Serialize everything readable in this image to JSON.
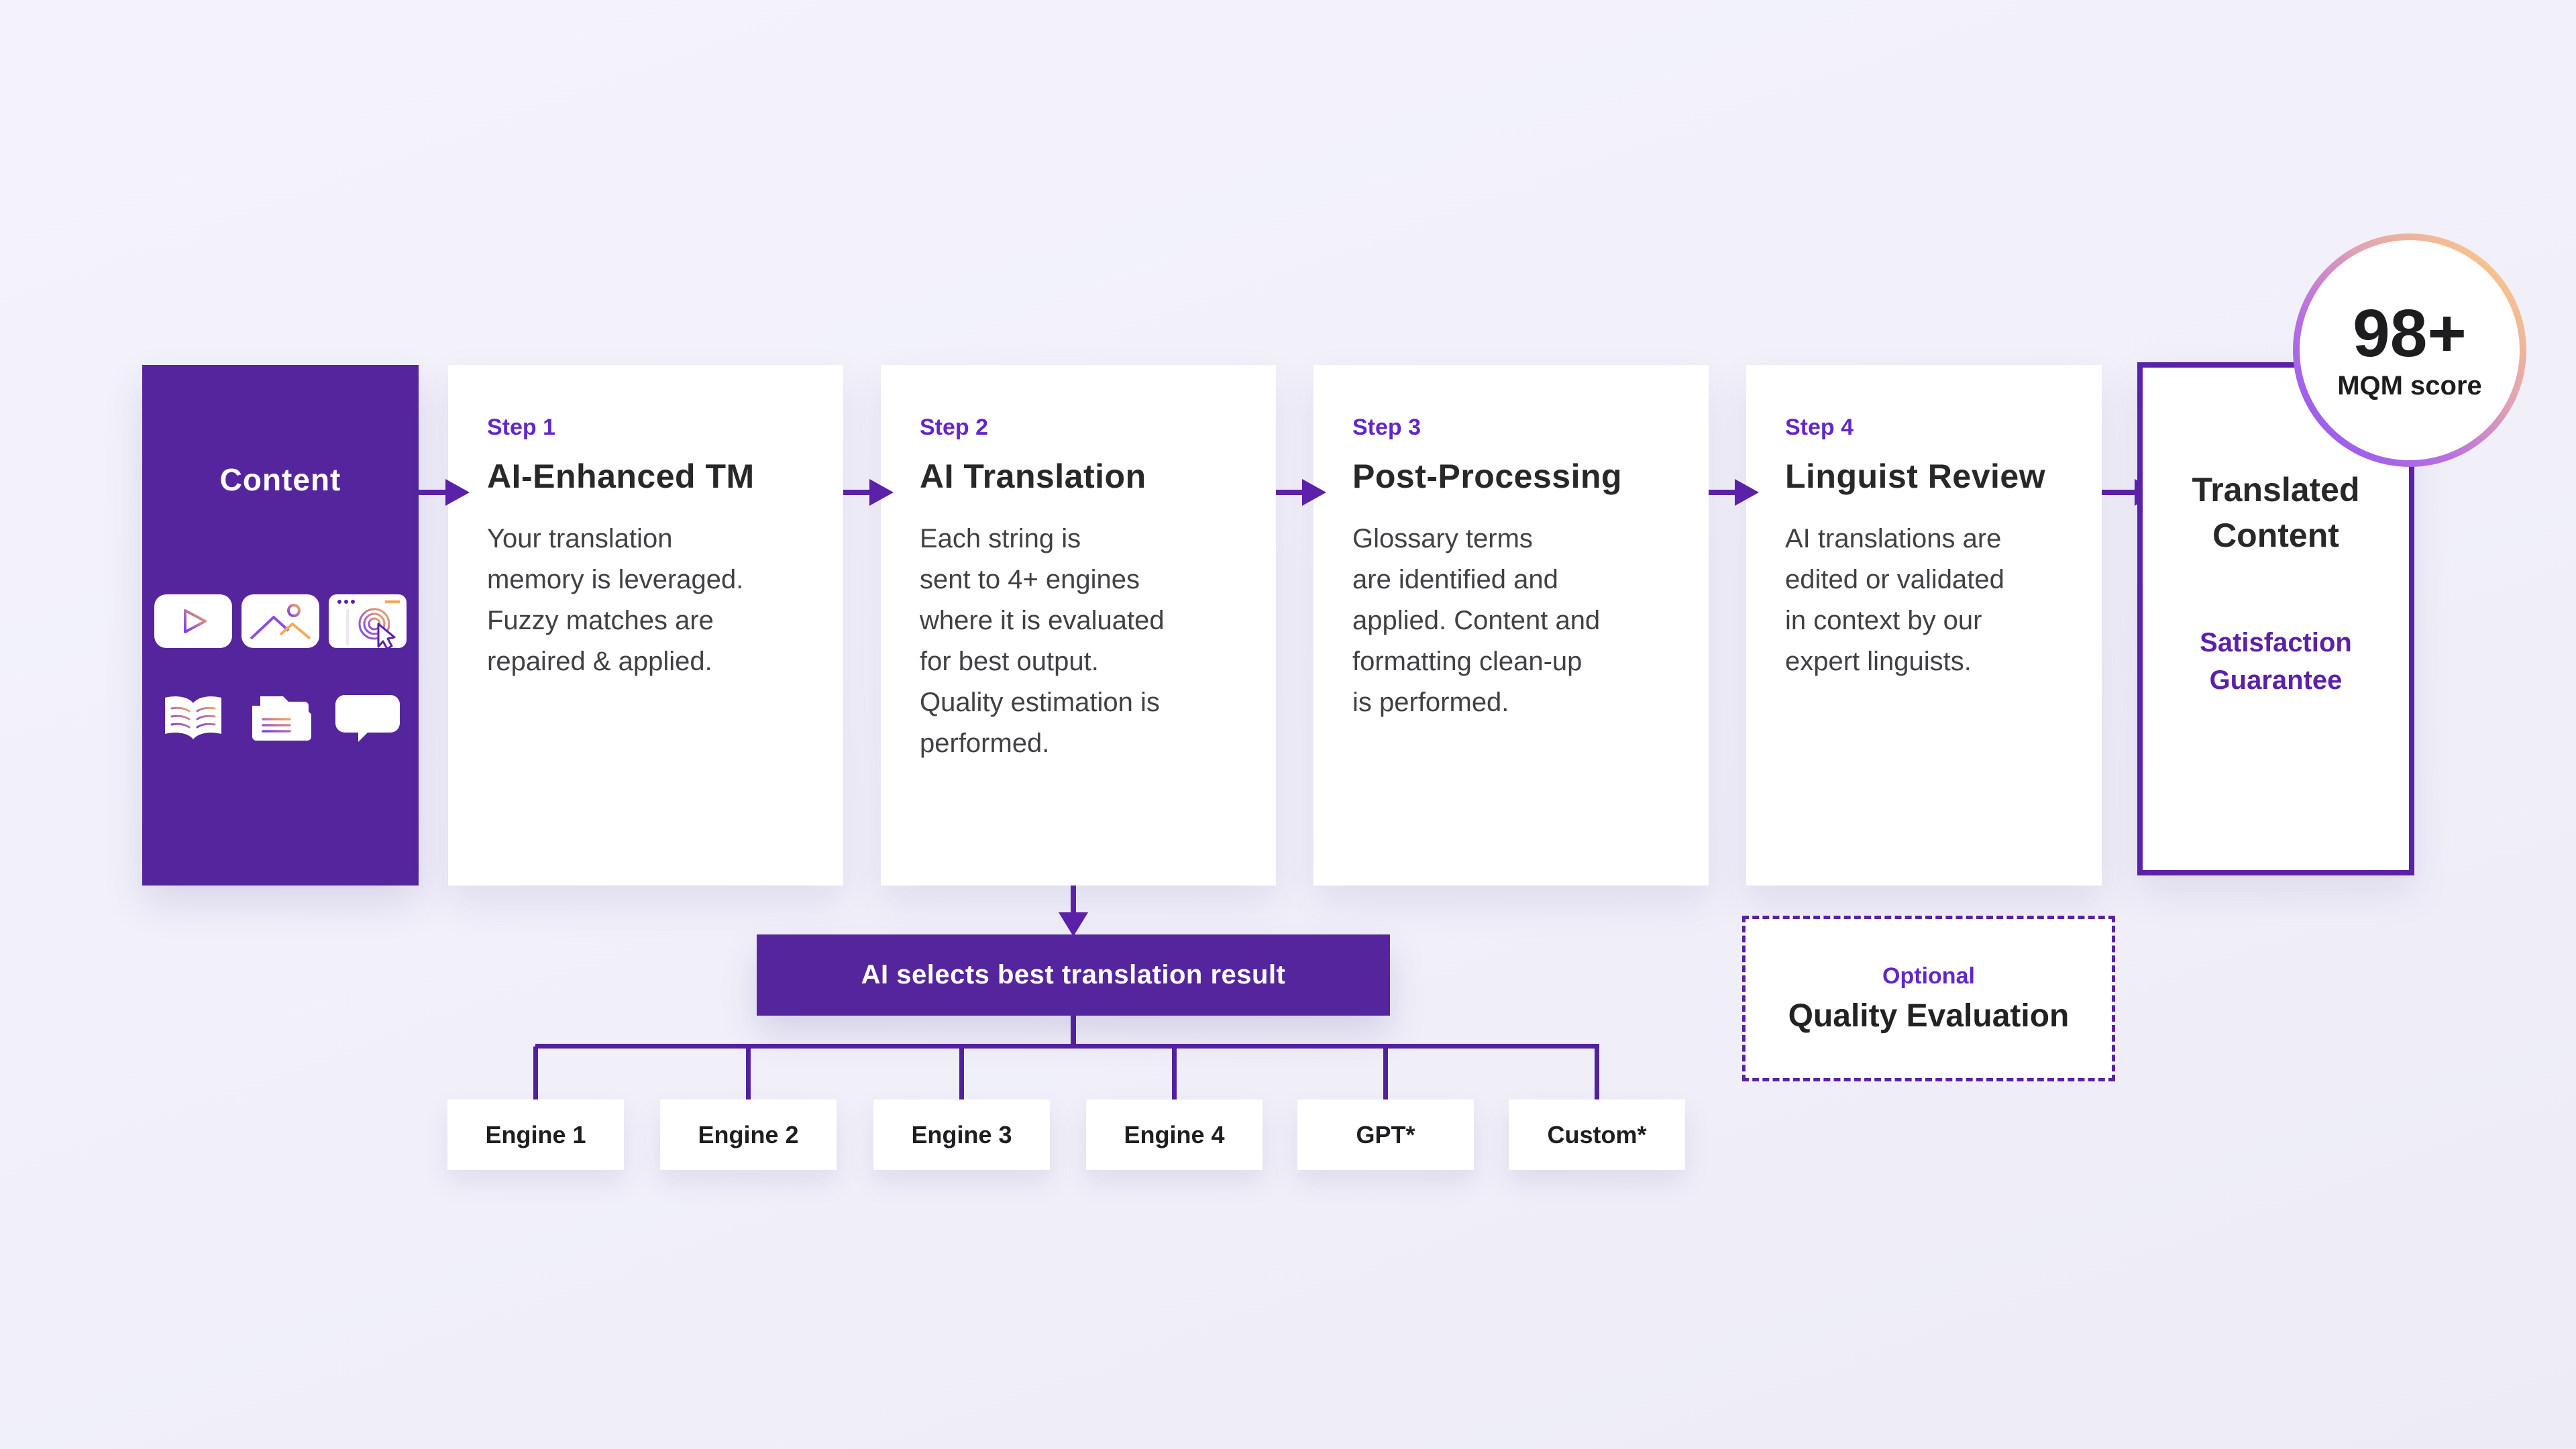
{
  "content_panel": {
    "title": "Content",
    "icons": [
      "video-play-icon",
      "image-icon",
      "web-click-icon",
      "book-icon",
      "folder-icon",
      "audio-message-icon"
    ]
  },
  "steps": [
    {
      "step_label": "Step 1",
      "title": "AI-Enhanced TM",
      "body": "Your translation\nmemory is leveraged.\nFuzzy matches are\nrepaired & applied."
    },
    {
      "step_label": "Step 2",
      "title": "AI Translation",
      "body": "Each string is\nsent to 4+ engines\nwhere it is evaluated\nfor best output.\nQuality estimation is\nperformed."
    },
    {
      "step_label": "Step 3",
      "title": "Post-Processing",
      "body": "Glossary terms\nare identified and\napplied. Content and\nformatting clean-up\nis performed."
    },
    {
      "step_label": "Step 4",
      "title": "Linguist Review",
      "body": "AI translations are\nedited or validated\nin context by our\nexpert linguists."
    }
  ],
  "result_box": {
    "title": "Translated\nContent",
    "subtitle": "Satisfaction\nGuarantee"
  },
  "badge": {
    "score": "98+",
    "label": "MQM score"
  },
  "selector_bar": {
    "label": "AI selects best translation result"
  },
  "engines": {
    "labels": [
      "Engine 1",
      "Engine 2",
      "Engine 3",
      "Engine 4",
      "GPT*",
      "Custom*"
    ]
  },
  "optional_box": {
    "label": "Optional",
    "title": "Quality Evaluation"
  },
  "colors": {
    "brand_purple": "#55259d",
    "line_purple": "#5b21a8",
    "step_purple": "#6227c9",
    "badge_gradient_start": "#8b52f5",
    "badge_gradient_end": "#f0ad62",
    "background": "#f1f0f9"
  }
}
